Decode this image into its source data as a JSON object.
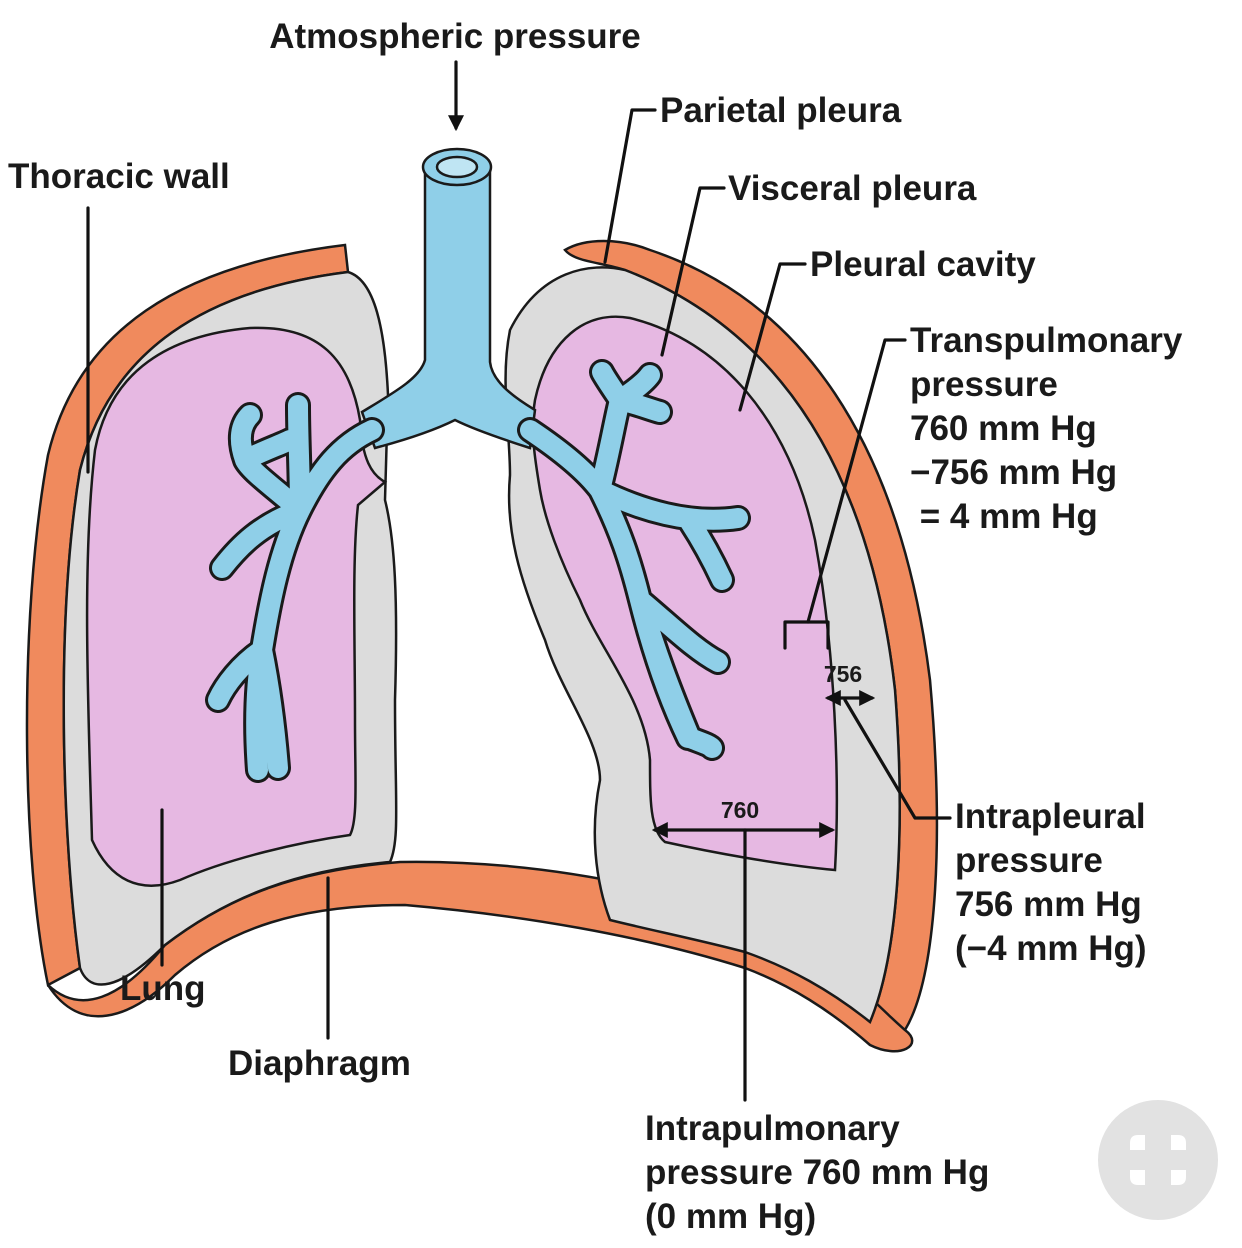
{
  "labels": {
    "atmospheric": "Atmospheric pressure",
    "thoracic_wall": "Thoracic wall",
    "parietal_pleura": "Parietal pleura",
    "visceral_pleura": "Visceral pleura",
    "pleural_cavity": "Pleural cavity",
    "transpulmonary": [
      "Transpulmonary",
      "pressure",
      "760 mm Hg",
      "−756 mm Hg",
      " = 4 mm Hg"
    ],
    "intrapleural": [
      "Intrapleural",
      "pressure",
      "756 mm Hg",
      "(−4 mm Hg)"
    ],
    "intrapulmonary": [
      "Intrapulmonary",
      "pressure 760 mm Hg",
      "(0 mm Hg)"
    ],
    "lung": "Lung",
    "diaphragm": "Diaphragm",
    "value_760": "760",
    "value_756": "756"
  },
  "colors": {
    "wall": "#f08a5d",
    "pleural_cavity": "#dcdcdc",
    "lung": "#e6b8e2",
    "airway": "#8fcfe8",
    "airway_lumen": "#bfe5f3",
    "badge": "#e2e2e2"
  },
  "icons": {
    "corner_badge": "plus-badge-icon"
  }
}
